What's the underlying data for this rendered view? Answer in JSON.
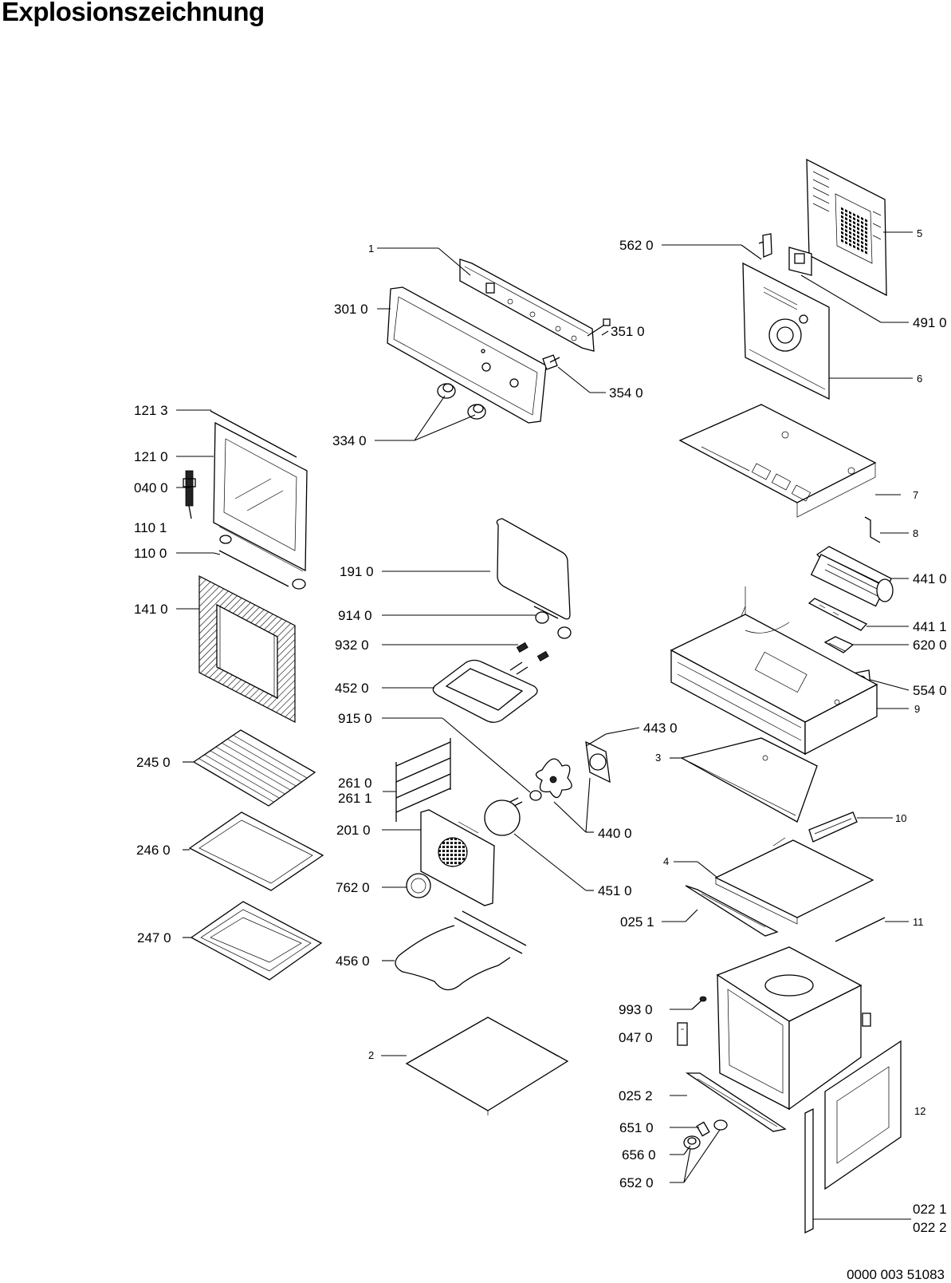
{
  "title": "Explosionszeichnung",
  "document_number": "0000 003 51083",
  "labels": {
    "p1": "1",
    "p301_0": "301 0",
    "p351_0": "351 0",
    "p354_0": "354 0",
    "p334_0": "334 0",
    "p562_0": "562 0",
    "p5": "5",
    "p491_0": "491 0",
    "p6": "6",
    "p121_3": "121 3",
    "p121_0": "121 0",
    "p040_0": "040 0",
    "p110_1": "110 1",
    "p110_0": "110 0",
    "p141_0": "141 0",
    "p7": "7",
    "p8": "8",
    "p191_0": "191 0",
    "p914_0": "914 0",
    "p932_0": "932 0",
    "p452_0": "452 0",
    "p915_0": "915 0",
    "p441_0": "441 0",
    "p441_1": "441 1",
    "p620_0": "620 0",
    "p554_0": "554 0",
    "p9": "9",
    "p443_0": "443 0",
    "p245_0": "245 0",
    "p261_0": "261 0",
    "p261_1": "261 1",
    "p3": "3",
    "p10": "10",
    "p201_0": "201 0",
    "p440_0": "440 0",
    "p246_0": "246 0",
    "p4": "4",
    "p762_0": "762 0",
    "p451_0": "451 0",
    "p025_1": "025 1",
    "p11": "11",
    "p247_0": "247 0",
    "p456_0": "456 0",
    "p993_0": "993 0",
    "p047_0": "047 0",
    "p2": "2",
    "p025_2": "025 2",
    "p12": "12",
    "p651_0": "651 0",
    "p656_0": "656 0",
    "p652_0": "652 0",
    "p022_1": "022 1",
    "p022_2": "022 2"
  }
}
